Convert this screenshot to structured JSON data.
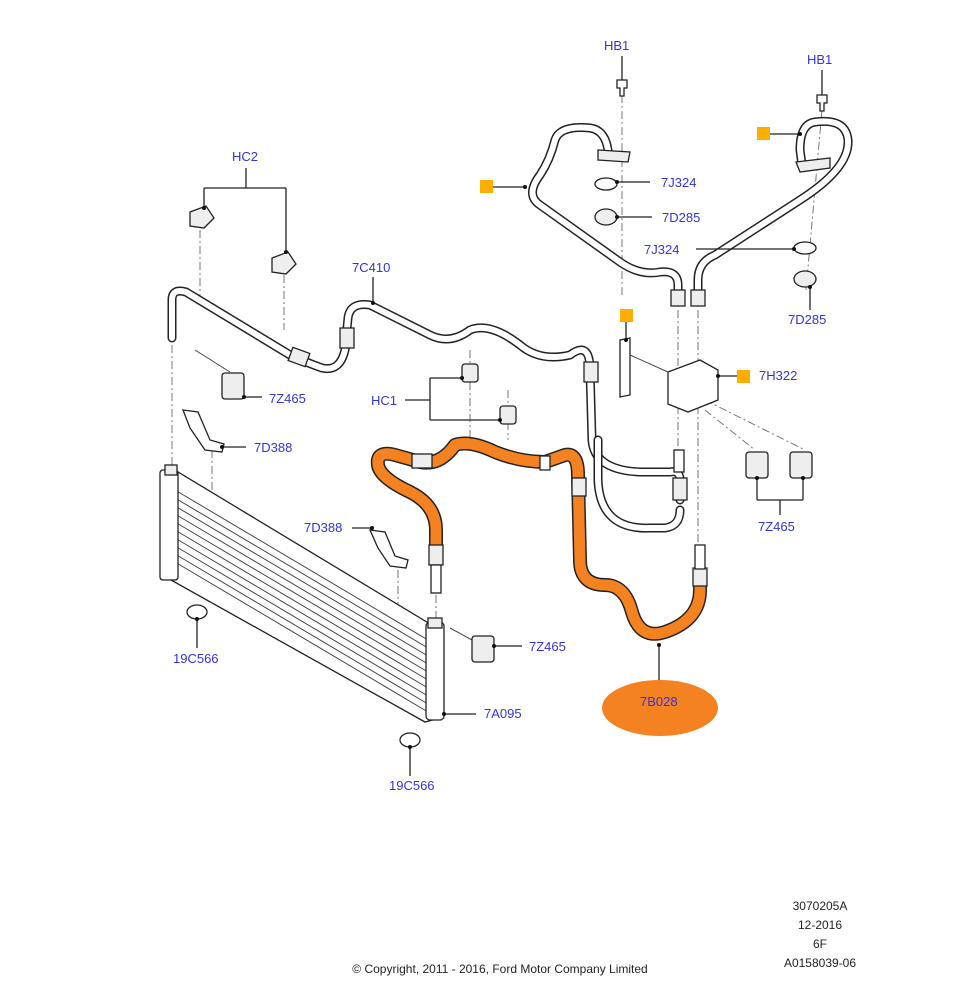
{
  "diagram": {
    "callouts": {
      "hb1_left": "HB1",
      "hb1_right": "HB1",
      "j324_top": "7J324",
      "d285_top": "7D285",
      "j324_mid": "7J324",
      "d285_right": "7D285",
      "hc2": "HC2",
      "c410": "7C410",
      "z465_left": "7Z465",
      "d388_left": "7D388",
      "hc1": "HC1",
      "h322": "7H322",
      "z465_right": "7Z465",
      "d388_mid": "7D388",
      "z465_bottom": "7Z465",
      "c566_left": "19C566",
      "a095": "7A095",
      "c566_bottom": "19C566",
      "b028_highlight": "7B028"
    },
    "highlight_color": "#f58220",
    "marker_color": "#ffae00",
    "label_color": "#3333dd"
  },
  "footer": {
    "illustration_code": "3070205A",
    "date": "12-2016",
    "section": "6F",
    "asset_id": "A0158039-06",
    "copyright": "© Copyright, 2011 - 2016, Ford Motor Company Limited"
  }
}
